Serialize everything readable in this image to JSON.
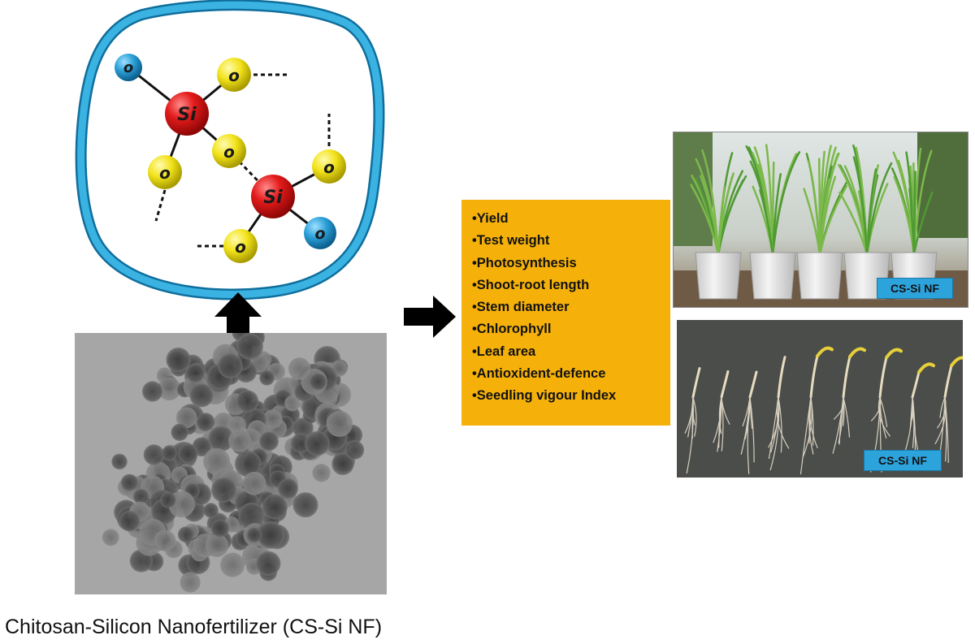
{
  "molecule": {
    "si_label": "Si",
    "o_label": "o"
  },
  "effects": {
    "items": [
      "•Yield",
      "•Test weight",
      "•Photosynthesis",
      "•Shoot-root length",
      "•Stem diameter",
      "•Chlorophyll",
      "•Leaf area",
      "•Antioxident-defence",
      "•Seedling vigour Index"
    ]
  },
  "photos": {
    "plants_label": "CS-Si NF",
    "seedlings_label": "CS-Si NF"
  },
  "caption": "Chitosan-Silicon Nanofertilizer (CS-Si NF)",
  "colors": {
    "ring": "#3ab3e2",
    "silicon": "#e41b1b",
    "oxygen_yellow": "#f2e31a",
    "oxygen_blue": "#2a9fd8",
    "effects_box": "#f5b10a",
    "photo_label": "#2da3dc"
  }
}
